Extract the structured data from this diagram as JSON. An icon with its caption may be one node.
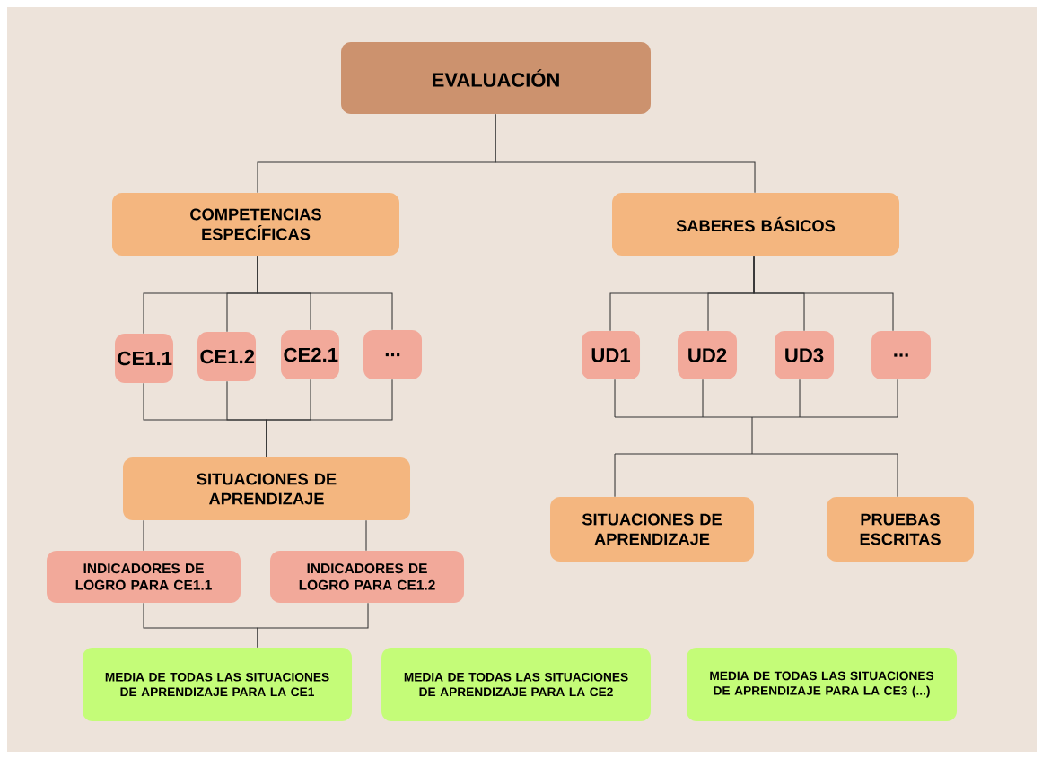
{
  "diagram": {
    "nodes": [
      {
        "text": [
          "EVALUACIÓN"
        ]
      },
      {
        "text": [
          "COMPETENCIAS ESPECÍFICAS"
        ]
      },
      {
        "text": [
          "SABERES BÁSICOS"
        ]
      },
      {
        "text": [
          "CE1.1"
        ]
      },
      {
        "text": [
          "CE1.2"
        ]
      },
      {
        "text": [
          "CE2.1"
        ]
      },
      {
        "text": [
          "..."
        ]
      },
      {
        "text": [
          "UD1"
        ]
      },
      {
        "text": [
          "UD2"
        ]
      },
      {
        "text": [
          "UD3"
        ]
      },
      {
        "text": [
          "..."
        ]
      },
      {
        "text": [
          "SITUACIONES DE APRENDIZAJE"
        ]
      },
      {
        "text": [
          "SITUACIONES DE APRENDIZAJE"
        ]
      },
      {
        "text": [
          "PRUEBAS ESCRITAS"
        ]
      },
      {
        "text": [
          "INDICADORES DE LOGRO PARA CE1.1"
        ]
      },
      {
        "text": [
          "INDICADORES DE LOGRO PARA CE1.2"
        ]
      },
      {
        "text": [
          "MEDIA DE TODAS LAS SITUACIONES DE APRENDIZAJE PARA LA CE1"
        ]
      },
      {
        "text": [
          "MEDIA DE TODAS LAS SITUACIONES DE APRENDIZAJE PARA LA CE2"
        ]
      },
      {
        "text": [
          "MEDIA DE TODAS LAS SITUACIONES DE APRENDIZAJE PARA LA CE3 (...)"
        ]
      }
    ],
    "edges": [
      {
        "from": 0,
        "to": 1,
        "arrow": "none"
      },
      {
        "from": 0,
        "to": 2,
        "arrow": "none"
      },
      {
        "from": 1,
        "to": 3,
        "arrow": "none"
      },
      {
        "from": 1,
        "to": 4,
        "arrow": "none"
      },
      {
        "from": 1,
        "to": 5,
        "arrow": "none"
      },
      {
        "from": 1,
        "to": 6,
        "arrow": "none"
      },
      {
        "from": 2,
        "to": 7,
        "arrow": "none"
      },
      {
        "from": 2,
        "to": 8,
        "arrow": "none"
      },
      {
        "from": 2,
        "to": 9,
        "arrow": "none"
      },
      {
        "from": 2,
        "to": 10,
        "arrow": "none"
      },
      {
        "from": 3,
        "to": 11,
        "arrow": "none"
      },
      {
        "from": 4,
        "to": 11,
        "arrow": "none"
      },
      {
        "from": 5,
        "to": 11,
        "arrow": "none"
      },
      {
        "from": 6,
        "to": 11,
        "arrow": "none"
      },
      {
        "from": 7,
        "to": 12,
        "arrow": "none"
      },
      {
        "from": 8,
        "to": 12,
        "arrow": "none"
      },
      {
        "from": 9,
        "to": 12,
        "arrow": "none"
      },
      {
        "from": 10,
        "to": 12,
        "arrow": "none"
      },
      {
        "from": 7,
        "to": 13,
        "arrow": "none"
      },
      {
        "from": 8,
        "to": 13,
        "arrow": "none"
      },
      {
        "from": 9,
        "to": 13,
        "arrow": "none"
      },
      {
        "from": 10,
        "to": 13,
        "arrow": "none"
      },
      {
        "from": 11,
        "to": 14,
        "arrow": "none"
      },
      {
        "from": 11,
        "to": 15,
        "arrow": "none"
      },
      {
        "from": 14,
        "to": 16,
        "arrow": "none"
      },
      {
        "from": 15,
        "to": 16,
        "arrow": "none"
      }
    ]
  }
}
